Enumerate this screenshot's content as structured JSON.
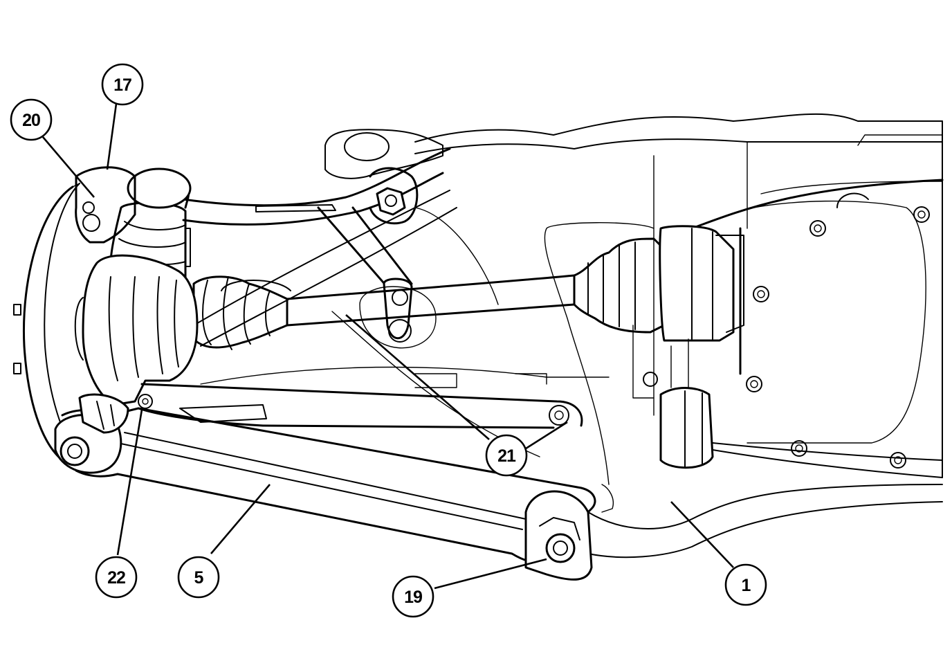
{
  "callouts": {
    "c17": "17",
    "c20": "20",
    "c21": "21",
    "c22": "22",
    "c5": "5",
    "c19": "19",
    "c1": "1"
  }
}
